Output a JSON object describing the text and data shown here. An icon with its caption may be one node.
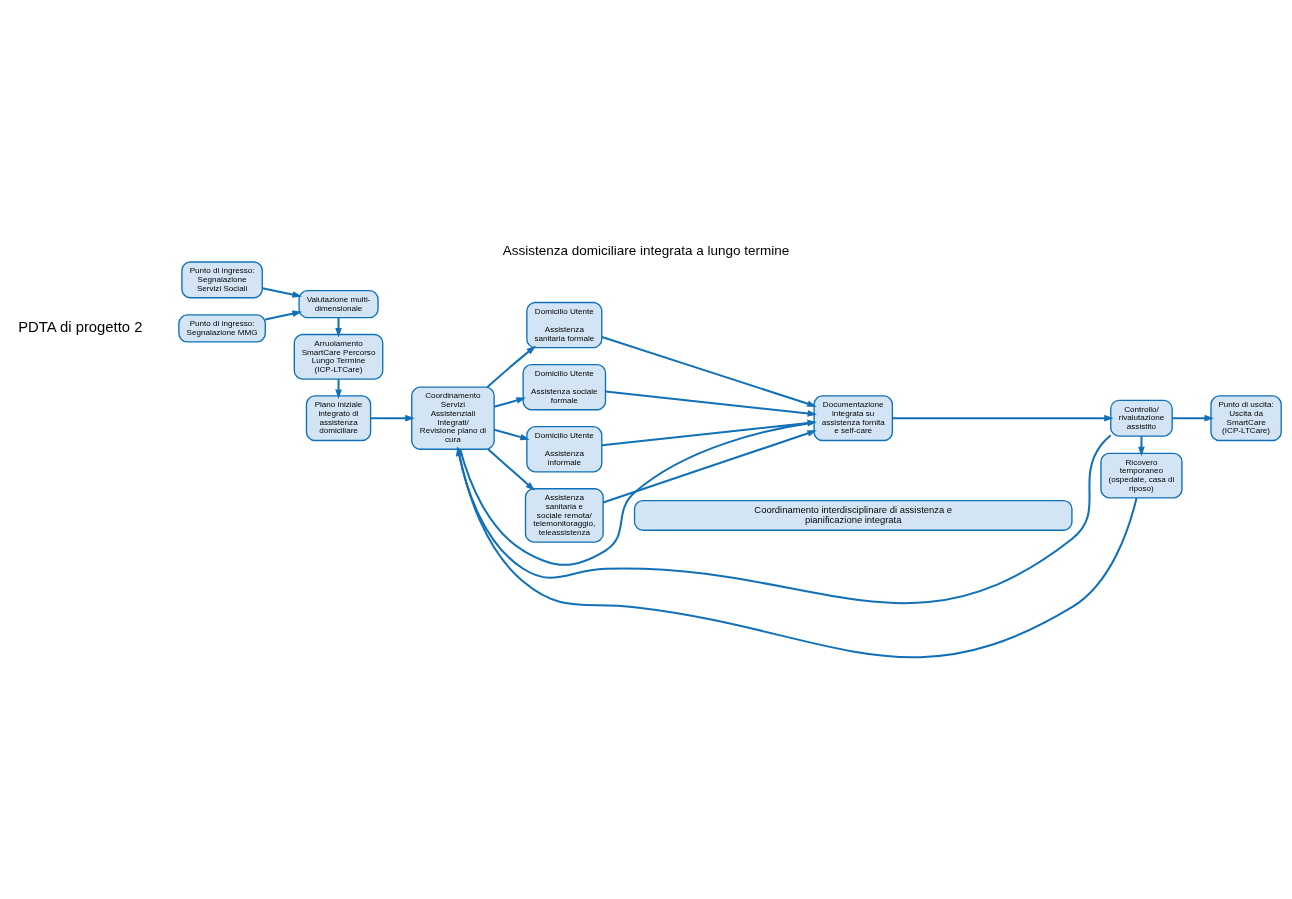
{
  "diagram": {
    "title": "Assistenza domiciliare integrata a lungo termine",
    "nodes": [
      {
        "text": [
          "Punto di ingresso: Segnalazione MMG"
        ]
      },
      {
        "text": [
          "Punto di ingresso: Segnalazione Servizi Sociali"
        ]
      },
      {
        "text": [
          "Valutazione multi- dimensionale"
        ]
      },
      {
        "text": [
          "Arruolamento SmartCare Percorso Lungo Termine (ICP-LTCare)"
        ]
      },
      {
        "text": [
          "Piano iniziale integrato di assistenza domiciliare"
        ]
      },
      {
        "text": [
          "Coordinamento Servizi Assistenziali Integrati/ Revisione piano di cura"
        ]
      },
      {
        "text": [
          "Domicilio Utente",
          "Assistenza sanitaria formale"
        ]
      },
      {
        "text": [
          "Domicilio Utente",
          "Assistenza sociale formale"
        ]
      },
      {
        "text": [
          "Domicilio Utente",
          "Assistenza informale"
        ]
      },
      {
        "text": [
          "Assistenza sanitaria e sociale remota/ telemonitoraggio, teleassistenza"
        ]
      },
      {
        "text": [
          "Documentazione integrata su assistenza fornita e self-care"
        ]
      },
      {
        "text": [
          "Controllo/ rivalutazione assistito"
        ]
      },
      {
        "text": [
          "Punto di uscita: Uscita da SmartCare (ICP-LTCare)"
        ]
      },
      {
        "text": [
          "Ricovero temporaneo (ospedale, casa di riposo)"
        ]
      },
      {
        "text": [
          "Coordinamento interdisciplinare di assistenza e pianificazione integrata"
        ]
      }
    ],
    "edges": [
      {
        "from": 0,
        "to": 2,
        "arrow": "to"
      },
      {
        "from": 1,
        "to": 2,
        "arrow": "to"
      },
      {
        "from": 2,
        "to": 3,
        "arrow": "to"
      },
      {
        "from": 3,
        "to": 4,
        "arrow": "to"
      },
      {
        "from": 4,
        "to": 5,
        "arrow": "to"
      },
      {
        "from": 5,
        "to": 6,
        "arrow": "to"
      },
      {
        "from": 5,
        "to": 7,
        "arrow": "to"
      },
      {
        "from": 5,
        "to": 8,
        "arrow": "to"
      },
      {
        "from": 5,
        "to": 9,
        "arrow": "to"
      },
      {
        "from": 6,
        "to": 10,
        "arrow": "to"
      },
      {
        "from": 7,
        "to": 10,
        "arrow": "to"
      },
      {
        "from": 8,
        "to": 10,
        "arrow": "to"
      },
      {
        "from": 9,
        "to": 10,
        "arrow": "to"
      },
      {
        "from": 5,
        "to": 10,
        "arrow": "none"
      },
      {
        "from": 10,
        "to": 11,
        "arrow": "to"
      },
      {
        "from": 11,
        "to": 5,
        "arrow": "to"
      },
      {
        "from": 11,
        "to": 12,
        "arrow": "to"
      },
      {
        "from": 11,
        "to": 13,
        "arrow": "to"
      },
      {
        "from": 13,
        "to": 5,
        "arrow": "to"
      }
    ],
    "labels": [
      "PDTA di progetto 2"
    ]
  }
}
